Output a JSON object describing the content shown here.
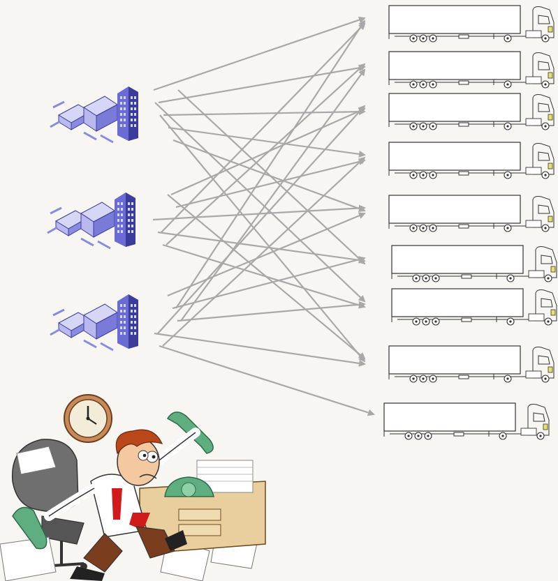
{
  "colors": {
    "background": "#f7f6f2",
    "arrow": "#a8a8a8",
    "building": "#6b6bd6",
    "building_dark": "#3c3c9a",
    "equipment": "#b9b9f0",
    "phone": "#5fae82",
    "hair": "#b9471a",
    "tie": "#d11b1b",
    "pants": "#7a3d1d"
  },
  "icons": {
    "warehouse": "warehouse-building-icon",
    "truck": "truck-icon",
    "clock": "clock-icon",
    "telephone": "telephone-icon",
    "person": "stressed-dispatcher-illustration"
  },
  "diagram": {
    "source_count": 3,
    "destination_count": 9,
    "connections": [
      [
        0,
        0
      ],
      [
        0,
        1
      ],
      [
        0,
        2
      ],
      [
        0,
        3
      ],
      [
        0,
        4
      ],
      [
        0,
        5
      ],
      [
        0,
        6
      ],
      [
        0,
        7
      ],
      [
        1,
        0
      ],
      [
        1,
        1
      ],
      [
        1,
        2
      ],
      [
        1,
        3
      ],
      [
        1,
        4
      ],
      [
        1,
        5
      ],
      [
        1,
        6
      ],
      [
        1,
        7
      ],
      [
        2,
        0
      ],
      [
        2,
        1
      ],
      [
        2,
        2
      ],
      [
        2,
        3
      ],
      [
        2,
        4
      ],
      [
        2,
        5
      ],
      [
        2,
        6
      ],
      [
        2,
        7
      ],
      [
        2,
        8
      ]
    ]
  }
}
